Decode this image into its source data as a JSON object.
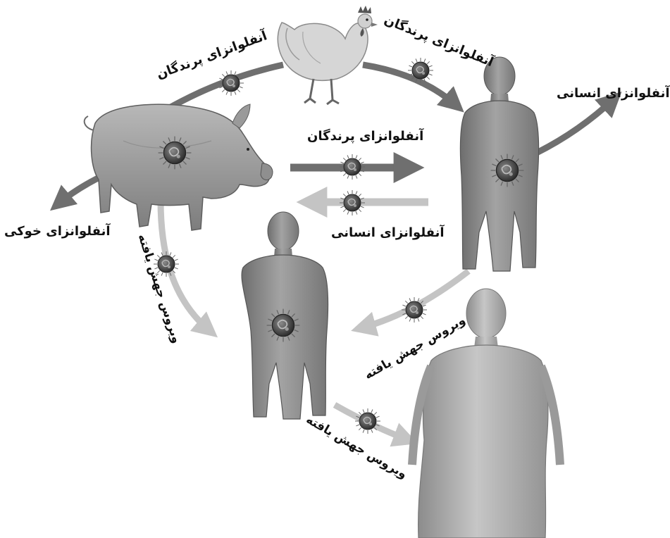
{
  "labels": {
    "avian_flu_left": "آنفلوانزای پرندگان",
    "avian_flu_top_right": "آنفلوانزای پرندگان",
    "human_flu_right": "آنفلوانزای انسانی",
    "avian_flu_center": "آنفلوانزای پرندگان",
    "human_flu_center": "آنفلوانزای انسانی",
    "swine_flu": "آنفلوانزای خوکی",
    "mutated_virus_left": "ویروس جهش یافته",
    "mutated_virus_right": "ویروس جهش یافته",
    "mutated_virus_bottom": "ویروس جهش یافته"
  },
  "figures": [
    "chicken",
    "pig",
    "human-infected-right",
    "human-infected-center",
    "human-new"
  ],
  "colors": {
    "dark_arrow": "#6f6f6f",
    "light_arrow": "#c4c4c4",
    "body": "#8a8a8a",
    "virus": "#4a4a4a"
  }
}
